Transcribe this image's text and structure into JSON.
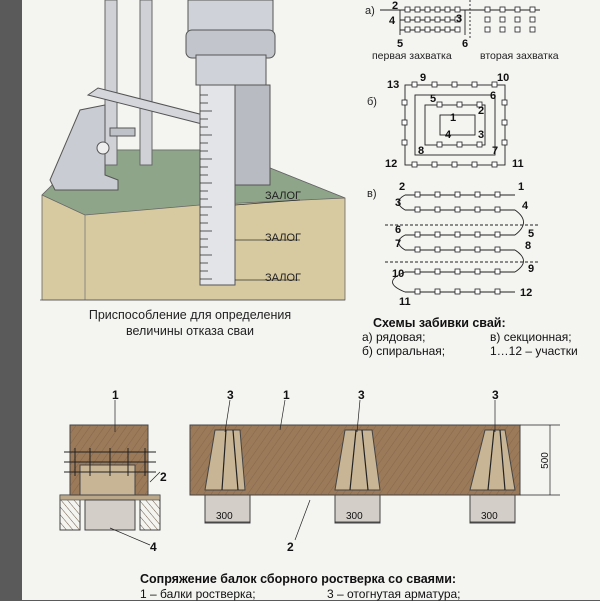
{
  "pile_device": {
    "zalog_labels": [
      "ЗАЛОГ",
      "ЗАЛОГ",
      "ЗАЛОГ"
    ],
    "caption_line1": "Приспособление для определения",
    "caption_line2": "величины отказа сваи"
  },
  "schemes": {
    "a": {
      "letter": "а)",
      "numbers": [
        "2",
        "4",
        "3",
        "5",
        "6"
      ],
      "first": "первая захватка",
      "second": "вторая захватка"
    },
    "b": {
      "letter": "б)",
      "numbers": [
        "13",
        "9",
        "10",
        "5",
        "6",
        "2",
        "1",
        "4",
        "3",
        "8",
        "7",
        "12",
        "11"
      ]
    },
    "c": {
      "letter": "в)",
      "numbers": [
        "2",
        "1",
        "3",
        "4",
        "5",
        "6",
        "7",
        "8",
        "9",
        "10",
        "11",
        "12"
      ]
    }
  },
  "legend": {
    "title": "Схемы забивки свай:",
    "a": "а) рядовая;",
    "b": "б) спиральная;",
    "c": "в) секционная;",
    "d": "1…12 – участки"
  },
  "beams": {
    "callouts": [
      "1",
      "2",
      "4",
      "3",
      "1",
      "3",
      "3",
      "2"
    ],
    "dims": [
      "300",
      "300",
      "300",
      "500"
    ],
    "caption": "Сопряжение балок сборного ростверка со сваями:",
    "item1": "1 – балки ростверка;",
    "item3": "3 – отогнутая арматура;"
  },
  "colors": {
    "soil": "#d8caa0",
    "grass": "#8fa58a",
    "concrete": "#9b7a5a",
    "paper": "#f4f4f1"
  }
}
